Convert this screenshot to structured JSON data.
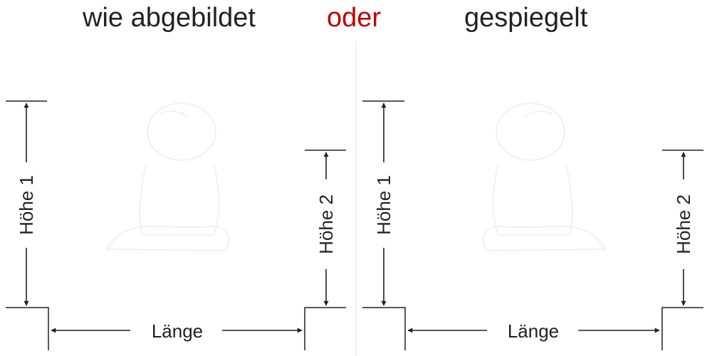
{
  "header": {
    "left_title": "wie abgebildet",
    "middle_title": "oder",
    "right_title": "gespiegelt"
  },
  "labels": {
    "height1": "Höhe 1",
    "height2": "Höhe 2",
    "length": "Länge"
  },
  "colors": {
    "text": "#222222",
    "accent": "#c00000",
    "line": "#222222",
    "divider": "#e6e6e6",
    "figure": "#eeeeee"
  },
  "icons": {
    "figure": "faint-figure-silhouette-icon",
    "arrow": "arrowhead-icon"
  }
}
